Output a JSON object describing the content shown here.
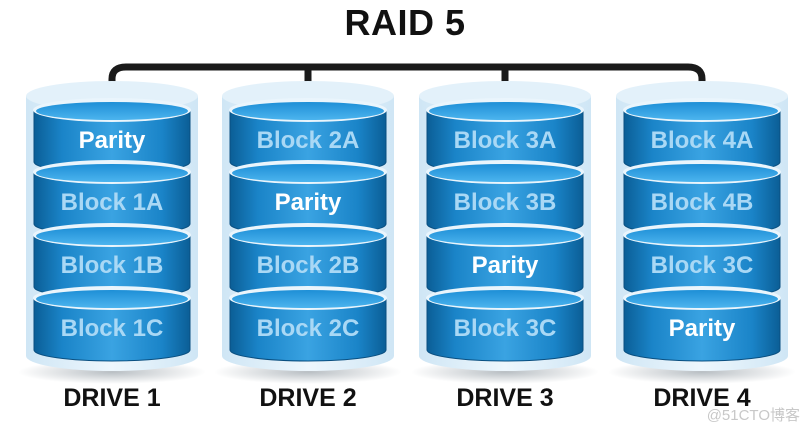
{
  "title": "RAID 5",
  "drives": [
    {
      "label": "DRIVE 1",
      "blocks": [
        "Parity",
        "Block 1A",
        "Block 1B",
        "Block 1C"
      ]
    },
    {
      "label": "DRIVE 2",
      "blocks": [
        "Block 2A",
        "Parity",
        "Block 2B",
        "Block 2C"
      ]
    },
    {
      "label": "DRIVE 3",
      "blocks": [
        "Block 3A",
        "Block 3B",
        "Parity",
        "Block 3C"
      ]
    },
    {
      "label": "DRIVE 4",
      "blocks": [
        "Block 4A",
        "Block 4B",
        "Block 3C",
        "Parity"
      ]
    }
  ],
  "watermark": "@51CTO博客",
  "colors": {
    "disk_dark": "#0b5e96",
    "disk_mid": "#1a8ad0",
    "disk_light": "#5bbef0",
    "disk_top": "#3aa6e6",
    "parity_text": "#ffffff",
    "block_text": "#a9d8f5",
    "bus": "#1a1a1a"
  }
}
